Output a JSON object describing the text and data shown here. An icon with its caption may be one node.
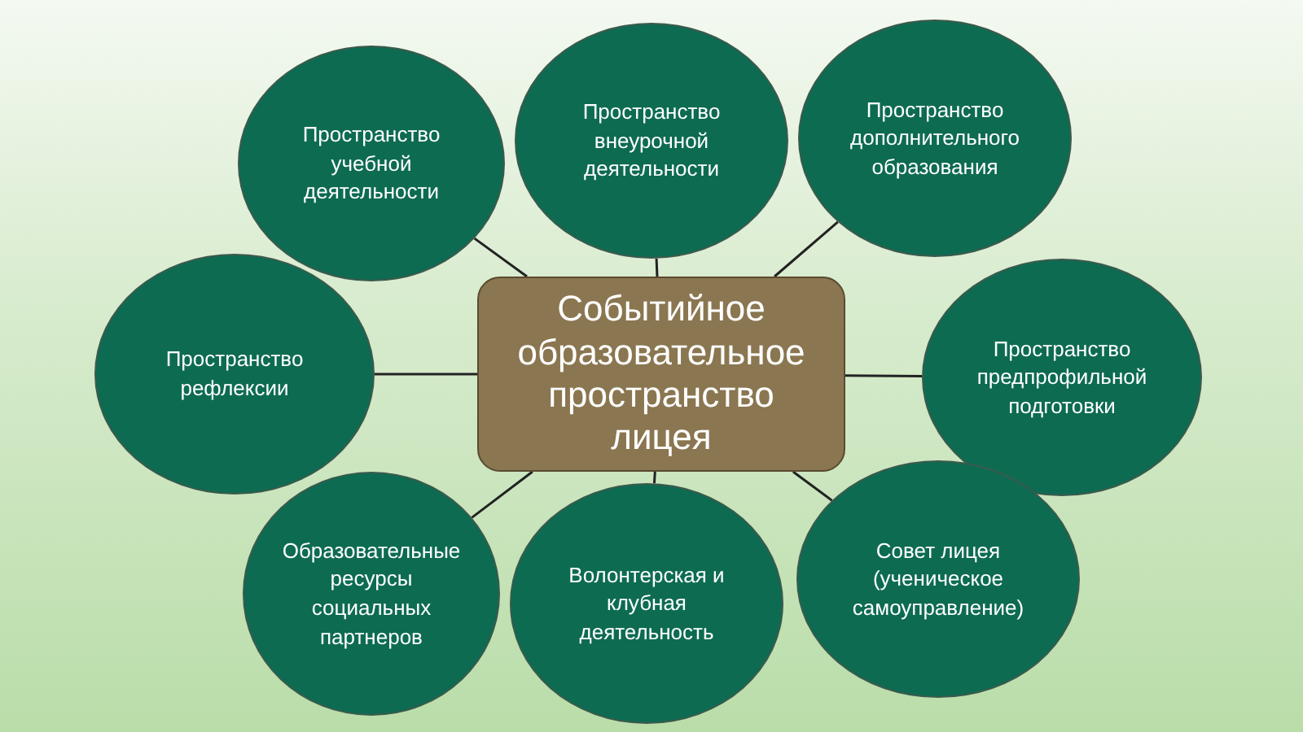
{
  "diagram": {
    "nodes": [
      {
        "text": [
          "Пространство учебной деятельности"
        ]
      },
      {
        "text": [
          "Пространство внеурочной деятельности"
        ]
      },
      {
        "text": [
          "Пространство дополнительного образования"
        ]
      },
      {
        "text": [
          "Пространство рефлексии"
        ]
      },
      {
        "text": [
          "Событийное образовательное пространство лицея"
        ]
      },
      {
        "text": [
          "Пространство предпрофильной подготовки"
        ]
      },
      {
        "text": [
          "Образовательные ресурсы социальных партнеров"
        ]
      },
      {
        "text": [
          "Волонтерская и клубная деятельность"
        ]
      },
      {
        "text": [
          "Совет лицея (ученическое самоуправление)"
        ]
      }
    ],
    "edges": [
      {
        "from": 4,
        "to": 0,
        "arrow": "none"
      },
      {
        "from": 4,
        "to": 1,
        "arrow": "none"
      },
      {
        "from": 4,
        "to": 2,
        "arrow": "none"
      },
      {
        "from": 4,
        "to": 3,
        "arrow": "none"
      },
      {
        "from": 4,
        "to": 5,
        "arrow": "none"
      },
      {
        "from": 4,
        "to": 6,
        "arrow": "none"
      },
      {
        "from": 4,
        "to": 7,
        "arrow": "none"
      },
      {
        "from": 4,
        "to": 8,
        "arrow": "none"
      }
    ]
  }
}
